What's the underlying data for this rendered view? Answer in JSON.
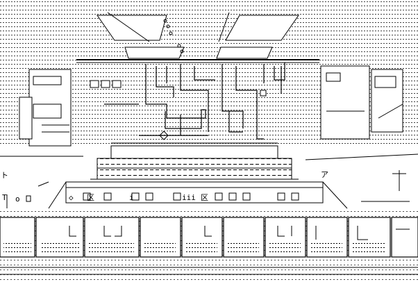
{
  "art": {
    "ink_color": "#000000",
    "paper_color": "#ffffff",
    "glyph_a": "ア",
    "glyph_t": "T",
    "glyph_o": "o",
    "glyph_x1": "◇",
    "glyph_x2": "区",
    "glyph_x3": "区",
    "glyph_ts": "ト",
    "glyph_i": "i",
    "glyph_ii": "iii"
  }
}
